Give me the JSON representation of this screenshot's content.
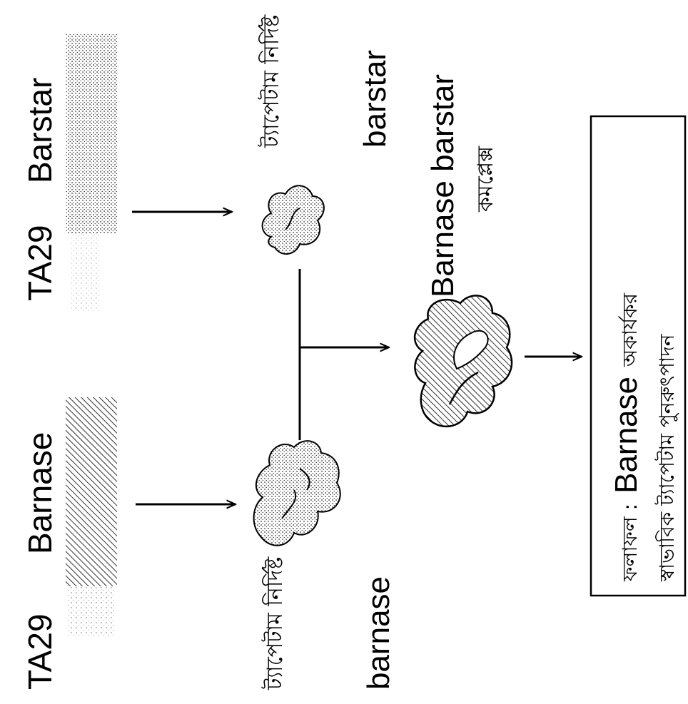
{
  "genes": {
    "promoter_1": "TA29",
    "gene_1": "Barnase",
    "promoter_2": "TA29",
    "gene_2": "Barstar"
  },
  "products": {
    "barnase": {
      "descriptor": "ট্যাপেটাম নির্দিষ্ট",
      "name": "barnase"
    },
    "barstar": {
      "descriptor": "ট্যাপেটাম নির্দিষ্ট",
      "name": "barstar"
    }
  },
  "complex": {
    "name": "Barnase barstar",
    "descriptor": "কমপ্লেক্স"
  },
  "result_box": {
    "line1_prefix": "ফলাফল :",
    "line1_term": "Barnase",
    "line1_suffix": "অকার্যকর",
    "line2": "স্বাভাবিক ট্যাপেটাম পুনরুৎপাদন"
  },
  "colors": {
    "ink": "#000000",
    "background": "#ffffff"
  }
}
